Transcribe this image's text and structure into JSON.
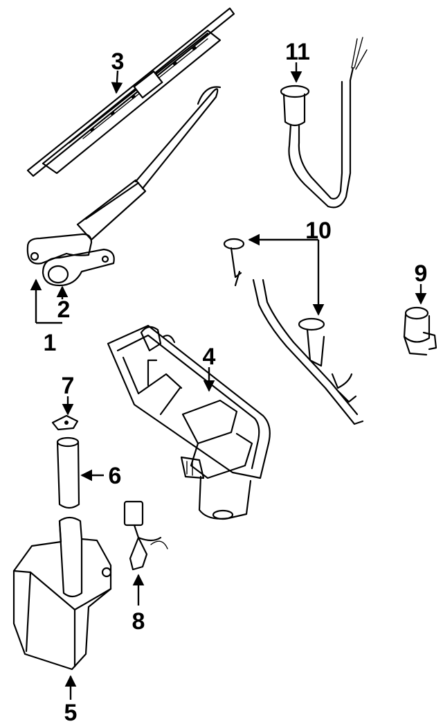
{
  "callouts": [
    {
      "id": "1",
      "text": "1"
    },
    {
      "id": "2",
      "text": "2"
    },
    {
      "id": "3",
      "text": "3"
    },
    {
      "id": "4",
      "text": "4"
    },
    {
      "id": "5",
      "text": "5"
    },
    {
      "id": "6",
      "text": "6"
    },
    {
      "id": "7",
      "text": "7"
    },
    {
      "id": "8",
      "text": "8"
    },
    {
      "id": "9",
      "text": "9"
    },
    {
      "id": "10",
      "text": "10"
    },
    {
      "id": "11",
      "text": "11"
    }
  ],
  "colors": {
    "ink": "#000000",
    "paper": "#ffffff"
  }
}
